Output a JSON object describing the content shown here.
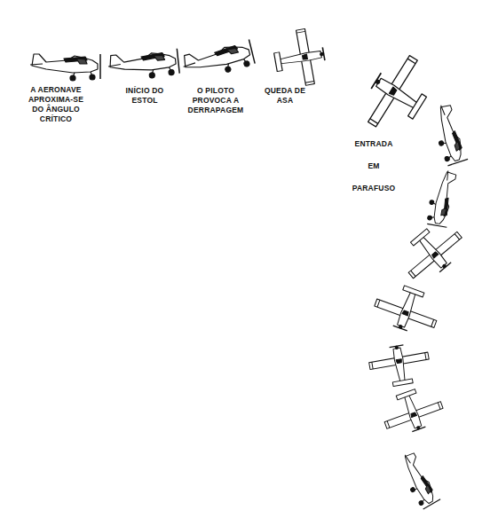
{
  "diagram": {
    "labels": [
      "A AERONAVE APROXIMA-SE DO ÂNGULO CRÍTICO",
      "INÍCIO DO ESTOL",
      "O PILOTO PROVOCA A DERRAPAGEM",
      "QUEDA DE ASA",
      "ENTRADA EM PARAFUSO"
    ]
  }
}
